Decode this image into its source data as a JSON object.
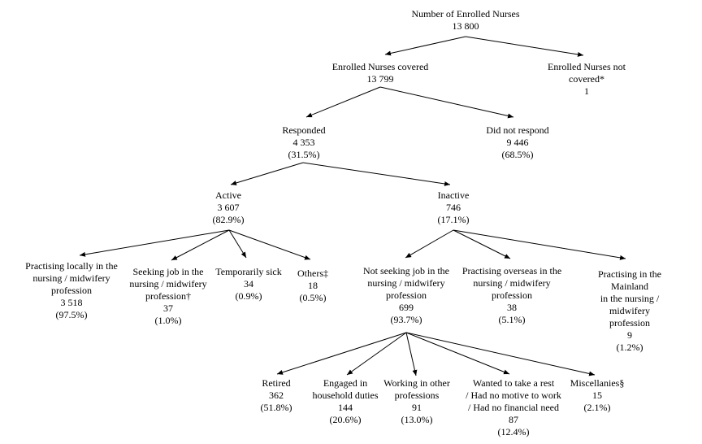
{
  "figure": {
    "type": "tree-flowchart",
    "topic": "Number of Enrolled Nurses survey coverage and response breakdown",
    "text_color": "#000000",
    "background_color": "#ffffff"
  },
  "nodes": {
    "root": {
      "lines": [
        "Number of Enrolled Nurses",
        "13 800"
      ]
    },
    "covered": {
      "lines": [
        "Enrolled Nurses covered",
        "13 799"
      ]
    },
    "not_covered": {
      "lines": [
        "Enrolled Nurses not covered*",
        "1"
      ]
    },
    "responded": {
      "lines": [
        "Responded",
        "4 353",
        "(31.5%)"
      ]
    },
    "did_not_respond": {
      "lines": [
        "Did not respond",
        "9 446",
        "(68.5%)"
      ]
    },
    "active": {
      "lines": [
        "Active",
        "3 607",
        "(82.9%)"
      ]
    },
    "inactive": {
      "lines": [
        "Inactive",
        "746",
        "(17.1%)"
      ]
    },
    "practising_locally": {
      "lines": [
        "Practising locally in the",
        "nursing / midwifery",
        "profession",
        "3 518",
        "(97.5%)"
      ]
    },
    "seeking_job": {
      "lines": [
        "Seeking job in the",
        "nursing / midwifery",
        "profession†",
        "37",
        "(1.0%)"
      ]
    },
    "temporarily_sick": {
      "lines": [
        "Temporarily sick",
        "34",
        "(0.9%)"
      ]
    },
    "others": {
      "lines": [
        "Others‡",
        "18",
        "(0.5%)"
      ]
    },
    "not_seeking_job": {
      "lines": [
        "Not seeking job in the",
        "nursing / midwifery",
        "profession",
        "699",
        "(93.7%)"
      ]
    },
    "practising_overseas": {
      "lines": [
        "Practising overseas in the",
        "nursing / midwifery",
        "profession",
        "38",
        "(5.1%)"
      ]
    },
    "practising_mainland": {
      "lines": [
        "Practising in the Mainland",
        "in the nursing / midwifery",
        "profession",
        "9",
        "(1.2%)"
      ]
    },
    "retired": {
      "lines": [
        "Retired",
        "362",
        "(51.8%)"
      ]
    },
    "household_duties": {
      "lines": [
        "Engaged in",
        "household duties",
        "144",
        "(20.6%)"
      ]
    },
    "other_professions": {
      "lines": [
        "Working in other",
        "professions",
        "91",
        "(13.0%)"
      ]
    },
    "wanted_rest": {
      "lines": [
        "Wanted to take a rest",
        "/ Had no motive to work",
        "/ Had no financial need",
        "87",
        "(12.4%)"
      ]
    },
    "miscellanies": {
      "lines": [
        "Miscellanies§",
        "15",
        "(2.1%)"
      ]
    }
  }
}
